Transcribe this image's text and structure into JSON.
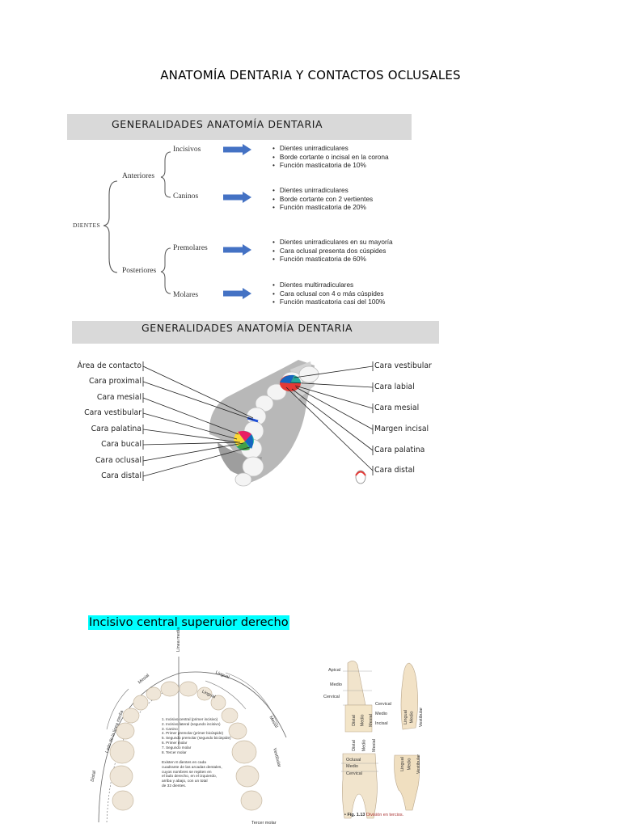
{
  "document": {
    "title": "ANATOMÍA DENTARIA Y CONTACTOS OCLUSALES",
    "highlight_heading": "Incisivo  central superuior derecho"
  },
  "panel1": {
    "banner": "GENERALIDADES ANATOMÍA DENTARIA",
    "root": "DIENTES",
    "groups": [
      {
        "label": "Anteriores",
        "types": [
          {
            "label": "Incisivos",
            "bullets": [
              "Dientes unirradiculares",
              "Borde cortante o incisal en la corona",
              "Función masticatoria de 10%"
            ]
          },
          {
            "label": "Caninos",
            "bullets": [
              "Dientes unirradiculares",
              "Borde cortante con 2 vertientes",
              "Función masticatoria de 20%"
            ]
          }
        ]
      },
      {
        "label": "Posteriores",
        "types": [
          {
            "label": "Premolares",
            "bullets": [
              "Dientes unirradiculares en su mayoría",
              "Cara oclusal presenta dos cúspides",
              "Función masticatoria de 60%"
            ]
          },
          {
            "label": "Molares",
            "bullets": [
              "Dientes multirradiculares",
              "Cara oclusal con 4 o más cúspides",
              "Función masticatoria casi del 100%"
            ]
          }
        ]
      }
    ],
    "arrow_color": "#4472c4"
  },
  "panel2": {
    "banner": "GENERALIDADES ANATOMÍA DENTARIA",
    "left_labels": [
      "Área de contacto",
      "Cara proximal",
      "Cara mesial",
      "Cara vestibular",
      "Cara palatina",
      "Cara bucal",
      "Cara oclusal",
      "Cara distal"
    ],
    "right_labels": [
      "Cara vestibular",
      "Cara labial",
      "Cara mesial",
      "Margen incisal",
      "Cara palatina",
      "Cara distal"
    ]
  },
  "arch_figure": {
    "midline": "Línea media",
    "lingual": "Lingual",
    "lingual_inner": "Lingual",
    "mesial_left": "Mesial",
    "mesial_right": "Mesial",
    "distal": "Distal",
    "lado_izq": "Lado de la línea media",
    "vestibular": "Vestibular",
    "tercer_molar": "Tercer molar",
    "legend": [
      "1. Incisivo central (primer incisivo)",
      "2. Incisivo lateral (segundo incisivo)",
      "3. Canino",
      "4. Primer premolar (primer bicúspide)",
      "5. Segundo premolar (segundo bicúspide)",
      "6. Primer molar",
      "7. Segundo molar",
      "8. Tercer molar"
    ],
    "caption": [
      "Existen 8 dientes en cada",
      "cuadrante de las arcadas dentales,",
      "cuyos nombres se repiten en",
      "el lado derecho, en el izquierdo,",
      "arriba y abajo, con un total",
      "de 32 dientes."
    ]
  },
  "thirds_figure": {
    "left_top": [
      "Apical",
      "Medio",
      "Cervical"
    ],
    "right_top": [
      "Cervical",
      "Medio",
      "Incisal"
    ],
    "vertical_bottom": [
      "Distal",
      "Medio",
      "Mesial"
    ],
    "vertical_side": [
      "Lingual",
      "Medio",
      "Vestibular"
    ],
    "bottom_left": [
      "Oclusal",
      "Medio",
      "Cervical"
    ],
    "caption_bold": "• Fig. 1.13",
    "caption_text": "División en tercios."
  }
}
